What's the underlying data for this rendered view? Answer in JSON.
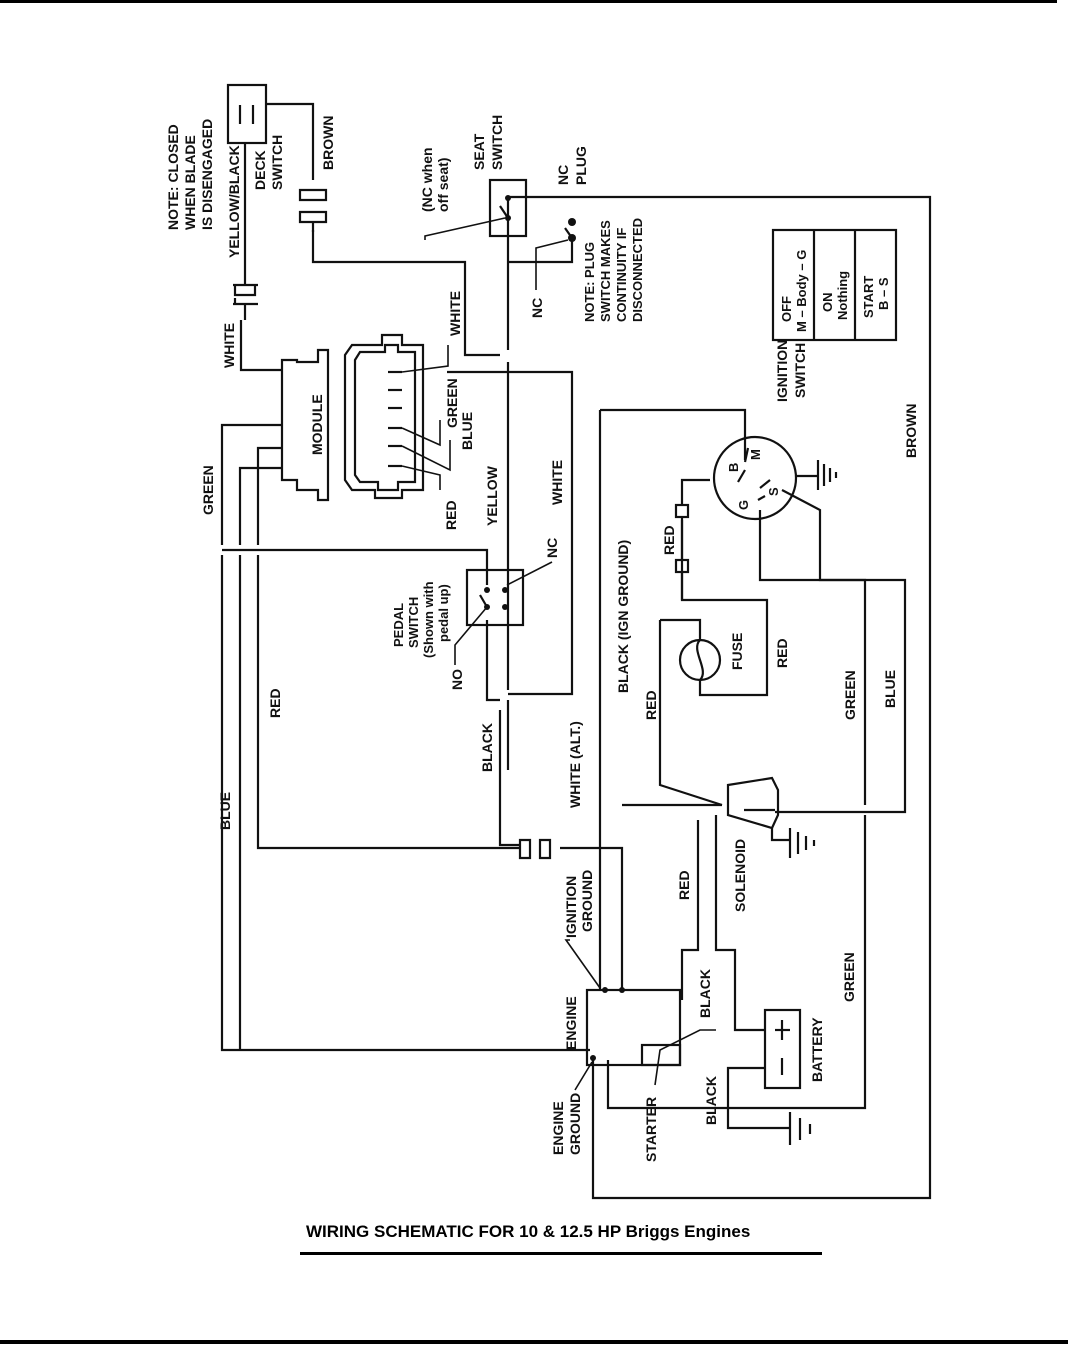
{
  "caption": "WIRING SCHEMATIC FOR 10 & 12.5 HP Briggs Engines",
  "notes": {
    "deck_note": [
      "NOTE:  CLOSED",
      "WHEN BLADE",
      "IS  DISENGAGED"
    ],
    "plug_note": [
      "NOTE: PLUG",
      "SWITCH MAKES",
      "CONTINUITY IF",
      "DISCONNECTED"
    ],
    "seat_nc_note": [
      "(NC when",
      "off seat)"
    ]
  },
  "components": {
    "deck_switch": [
      "DECK",
      "SWITCH"
    ],
    "seat_switch": [
      "SEAT",
      "SWITCH"
    ],
    "nc_plug": [
      "NC",
      "PLUG"
    ],
    "module": "MODULE",
    "pedal_switch": [
      "PEDAL",
      "SWITCH",
      "(Shown with",
      "pedal up)"
    ],
    "ignition_switch": [
      "IGNITION",
      "SWITCH"
    ],
    "ignition_terminals": {
      "b": "B",
      "m": "M",
      "g": "G",
      "s": "S"
    },
    "fuse": "FUSE",
    "solenoid": "SOLENOID",
    "engine": "ENGINE",
    "battery": "BATTERY",
    "battery_plus": "+",
    "battery_minus": "–",
    "starter": "STARTER",
    "engine_ground": [
      "ENGINE",
      "GROUND"
    ],
    "ignition_ground": [
      "IGNITION",
      "GROUND"
    ]
  },
  "ignition_table": [
    {
      "state": "OFF",
      "connections": "M – Body – G"
    },
    {
      "state": "ON",
      "connections": "Nothing"
    },
    {
      "state": "START",
      "connections": "B – S"
    }
  ],
  "wire_labels": {
    "yellow_black": "YELLOW/BLACK",
    "brown_top": "BROWN",
    "white_top": "WHITE",
    "white_connector": "WHITE",
    "green_pin": "GREEN",
    "blue_pin": "BLUE",
    "red_pin": "RED",
    "yellow": "YELLOW",
    "white_mid": "WHITE",
    "green_left": "GREEN",
    "red_left": "RED",
    "blue_left": "BLUE",
    "black_pedal": "BLACK",
    "white_alt": "WHITE (ALT.)",
    "black_ign_ground": "BLACK (IGN GROUND)",
    "red_sol": "RED",
    "red_ign": "RED",
    "red_fuse": "RED",
    "red_sol_low": "RED",
    "green_right": "GREEN",
    "blue_right": "BLUE",
    "brown_right": "BROWN",
    "green_low": "GREEN",
    "black_batt": "BLACK",
    "black_ground": "BLACK",
    "nc_seat": "NC",
    "nc_pedal": "NC",
    "no_pedal": "NO"
  }
}
